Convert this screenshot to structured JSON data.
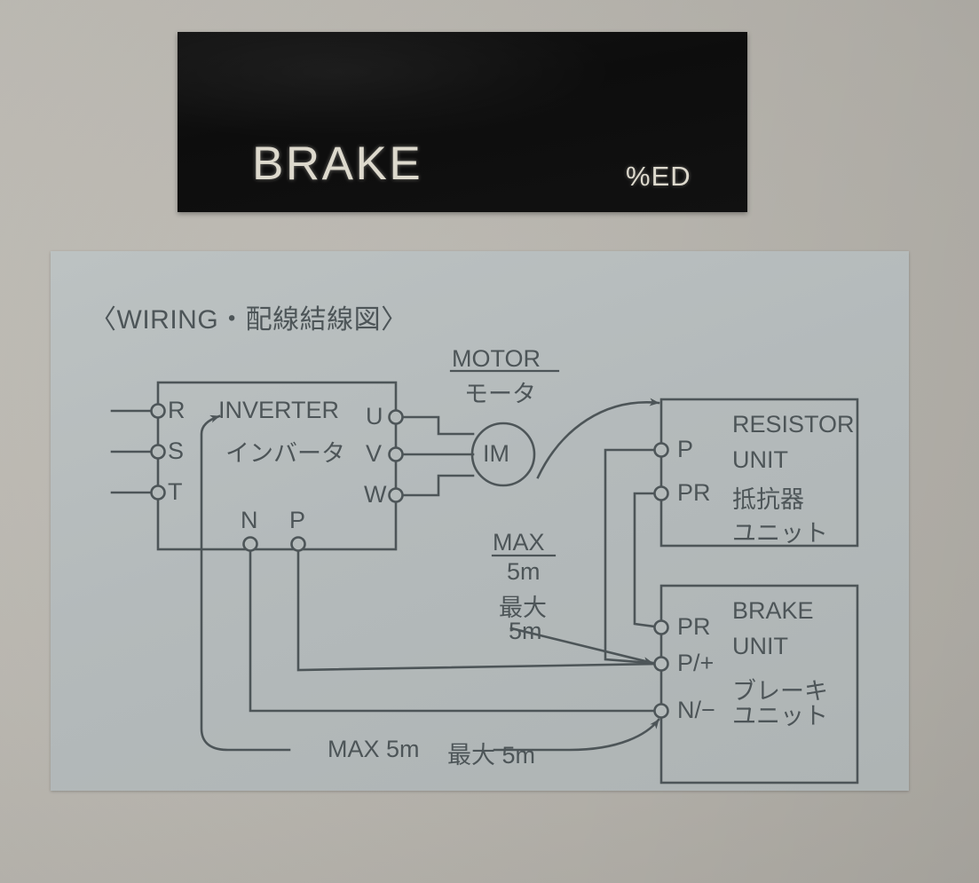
{
  "nameplate": {
    "brand_label": "BRAKE",
    "duty_label": "%ED",
    "plate_color": "#111111",
    "text_color": "#ddd9cd"
  },
  "diagram": {
    "title": "〈WIRING・配線結線図〉",
    "card_color": "#b5bbbb",
    "ink_color": "#4d5558",
    "blocks": {
      "inverter": {
        "name_en": "INVERTER",
        "name_jp": "インバータ",
        "input_terminals": [
          "R",
          "S",
          "T"
        ],
        "output_terminals": [
          "U",
          "V",
          "W"
        ],
        "dc_terminals": [
          "N",
          "P"
        ]
      },
      "motor": {
        "name_en": "MOTOR",
        "name_jp": "モータ",
        "symbol": "IM"
      },
      "resistor_unit": {
        "name_en_line1": "RESISTOR",
        "name_en_line2": "UNIT",
        "name_jp_line1": "抵抗器",
        "name_jp_line2": "ユニット",
        "terminals": [
          "P",
          "PR"
        ]
      },
      "brake_unit": {
        "name_en_line1": "BRAKE",
        "name_en_line2": "UNIT",
        "name_jp_line1": "ブレーキ",
        "name_jp_line2": "ユニット",
        "terminals": [
          "PR",
          "P/+",
          "N/−"
        ]
      }
    },
    "annotations": {
      "motor_max_en_line1": "MAX",
      "motor_max_en_line2": "5m",
      "mid_max_jp_line1": "最大",
      "mid_max_jp_line2": "5m",
      "bottom_max_en": "MAX 5m",
      "bottom_max_jp": "最大  5m"
    }
  }
}
